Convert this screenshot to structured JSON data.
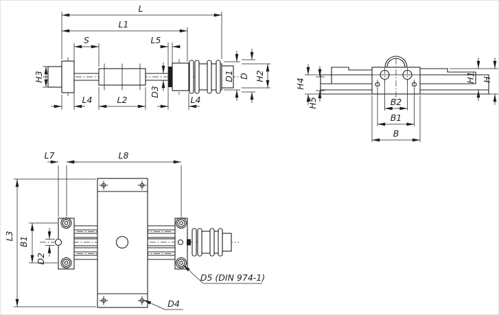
{
  "drawing": {
    "title": "technical-drawing-linear-unit",
    "background": "#ffffff",
    "line_color": "#1d1d1b",
    "views": {
      "side": {
        "name": "side-view",
        "dims": {
          "L": "L",
          "L1": "L1",
          "S": "S",
          "L5": "L5",
          "H3": "H3",
          "D3": "D3",
          "D1": "D1",
          "D": "D",
          "H2": "H2",
          "L4_left": "L4",
          "L2": "L2",
          "L4_right": "L4"
        }
      },
      "front": {
        "name": "front-view",
        "dims": {
          "H4": "H4",
          "H5": "H5",
          "H1": "H1",
          "H": "H",
          "B2": "B2",
          "B1": "B1",
          "B": "B"
        }
      },
      "top": {
        "name": "top-view",
        "dims": {
          "L7": "L7",
          "L8": "L8",
          "L3": "L3",
          "B1": "B1",
          "D2": "D2",
          "D5_note": "D5 (DIN 974-1)",
          "D4": "D4"
        }
      }
    }
  }
}
